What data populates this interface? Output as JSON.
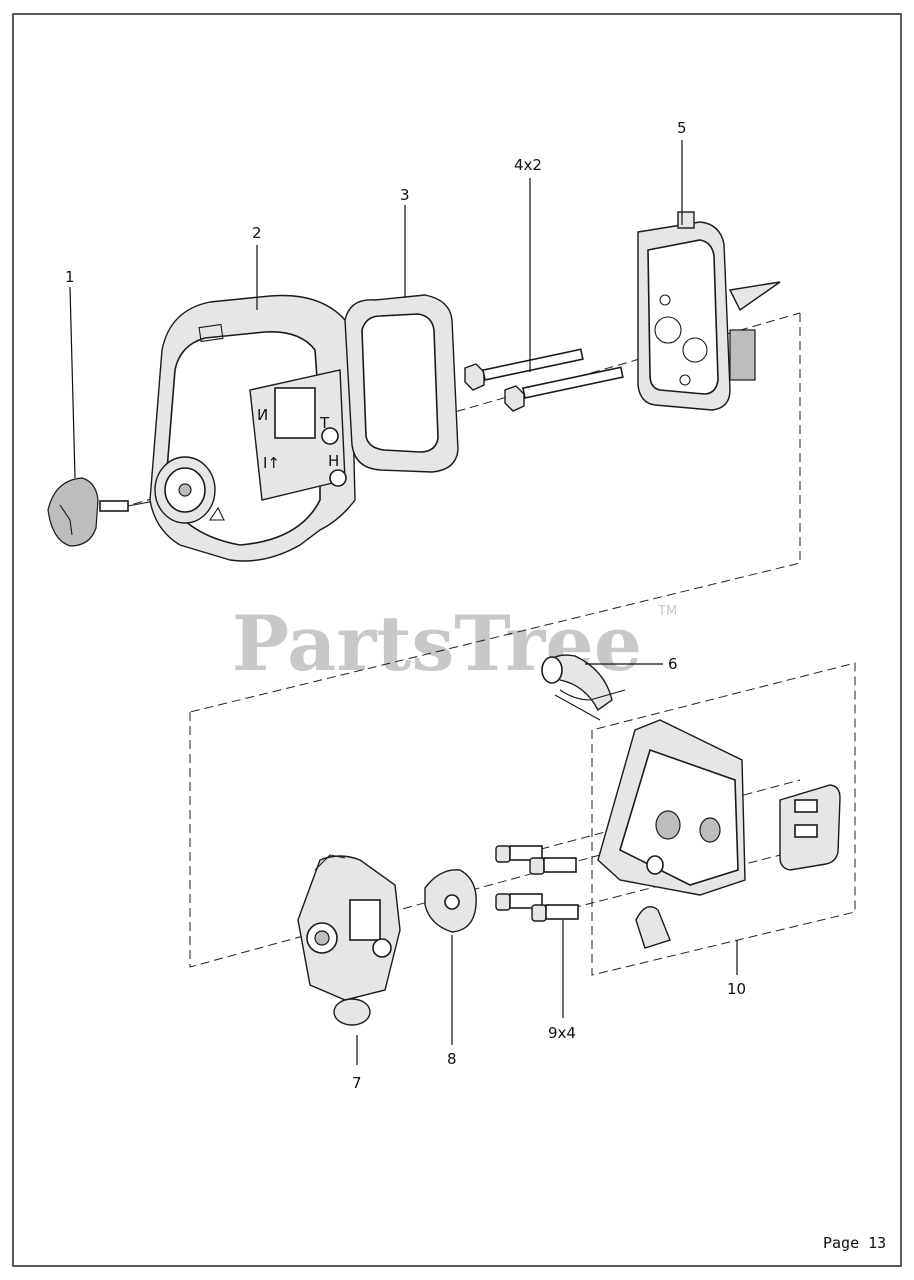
{
  "callouts": {
    "c1": "1",
    "c2": "2",
    "c3": "3",
    "c4": "4x2",
    "c5": "5",
    "c6": "6",
    "c7": "7",
    "c8": "8",
    "c9": "9x4",
    "c10": "10"
  },
  "cover_markings": {
    "choke": "И",
    "start": "I↑",
    "t": "T",
    "h": "H"
  },
  "watermark": {
    "text": "PartsTree",
    "trademark": "TM"
  },
  "footer": {
    "page": "Page 13"
  }
}
